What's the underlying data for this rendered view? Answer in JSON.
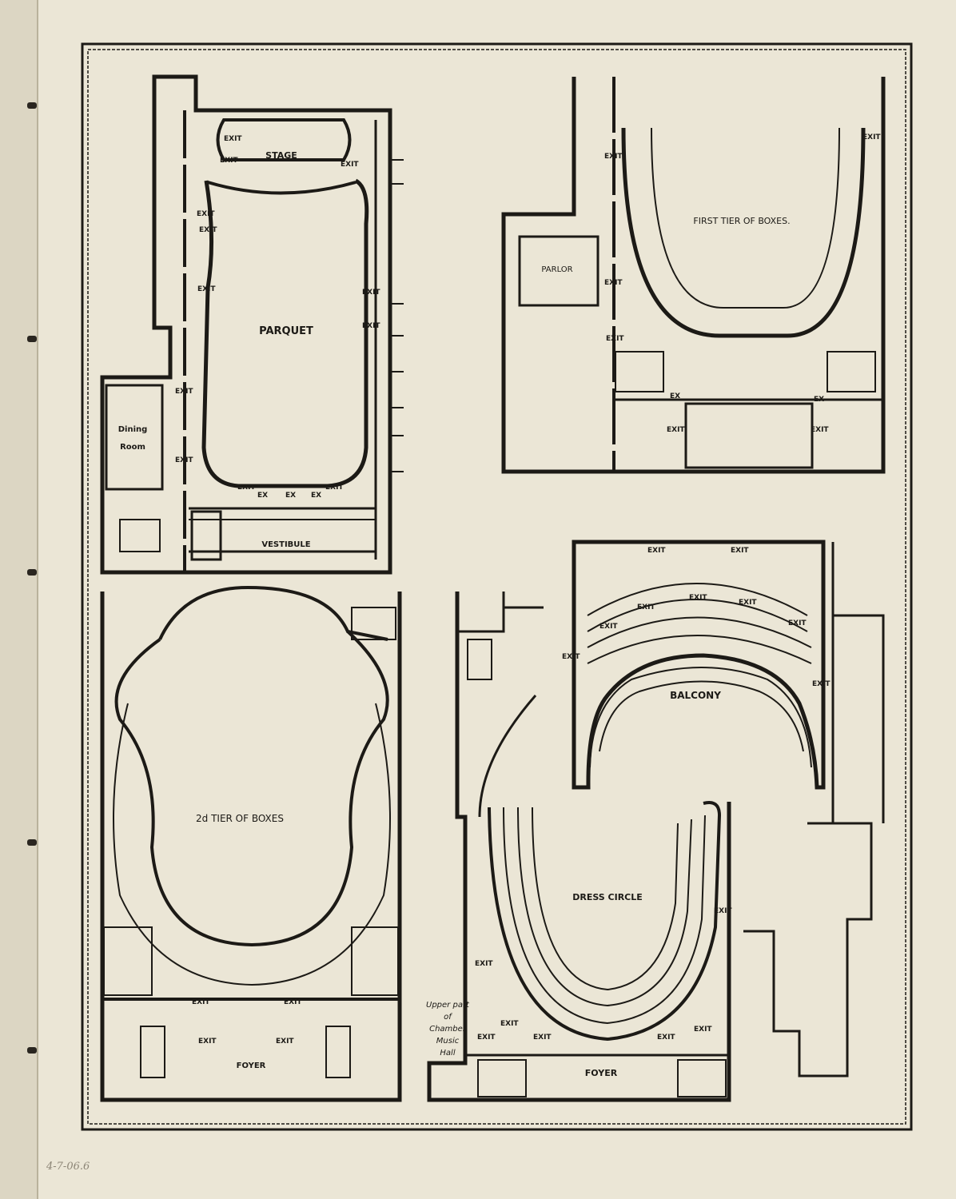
{
  "labels": {
    "stage": "STAGE",
    "parquet": "PARQUET",
    "vestibule": "VESTIBULE",
    "dining_room_1": "Dining",
    "dining_room_2": "Room",
    "first_tier": "FIRST TIER OF BOXES.",
    "parlor": "PARLOR",
    "second_tier": "2d TIER OF BOXES",
    "foyer_left": "FOYER",
    "balcony": "BALCONY",
    "dress_circle": "DRESS CIRCLE",
    "foyer_right": "FOYER",
    "chamber_1": "Upper part",
    "chamber_2": "of",
    "chamber_3": "Chamber",
    "chamber_4": "Music",
    "chamber_5": "Hall",
    "exit": "EXIT",
    "ex": "EX"
  },
  "pencil_note": "4-7-06.6"
}
